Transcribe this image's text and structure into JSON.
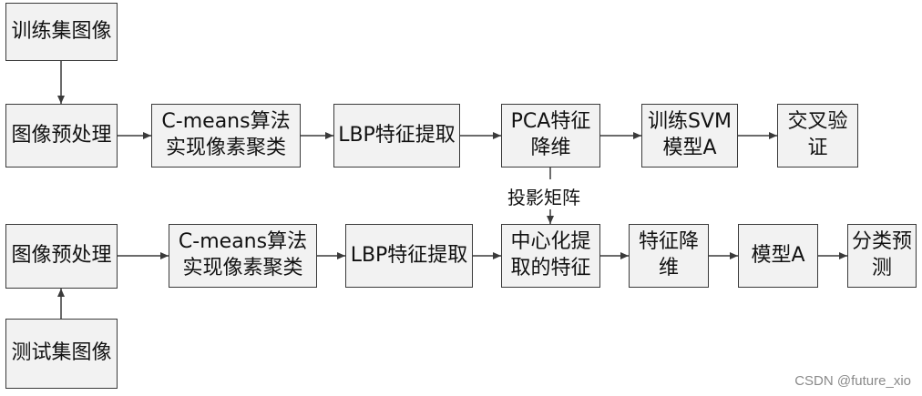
{
  "train": {
    "dataset": "训练集图像",
    "preprocess": "图像预处理",
    "cmeans": "C-means算法实现像素聚类",
    "lbp": "LBP特征提取",
    "pca": "PCA特征降维",
    "svm": "训练SVM模型A",
    "crossval": "交叉验证"
  },
  "projection_label": "投影矩阵",
  "test": {
    "dataset": "测试集图像",
    "preprocess": "图像预处理",
    "cmeans": "C-means算法实现像素聚类",
    "lbp": "LBP特征提取",
    "center": "中心化提取的特征",
    "reduce": "特征降维",
    "model": "模型A",
    "predict": "分类预测"
  },
  "watermark": "CSDN @future_xio"
}
